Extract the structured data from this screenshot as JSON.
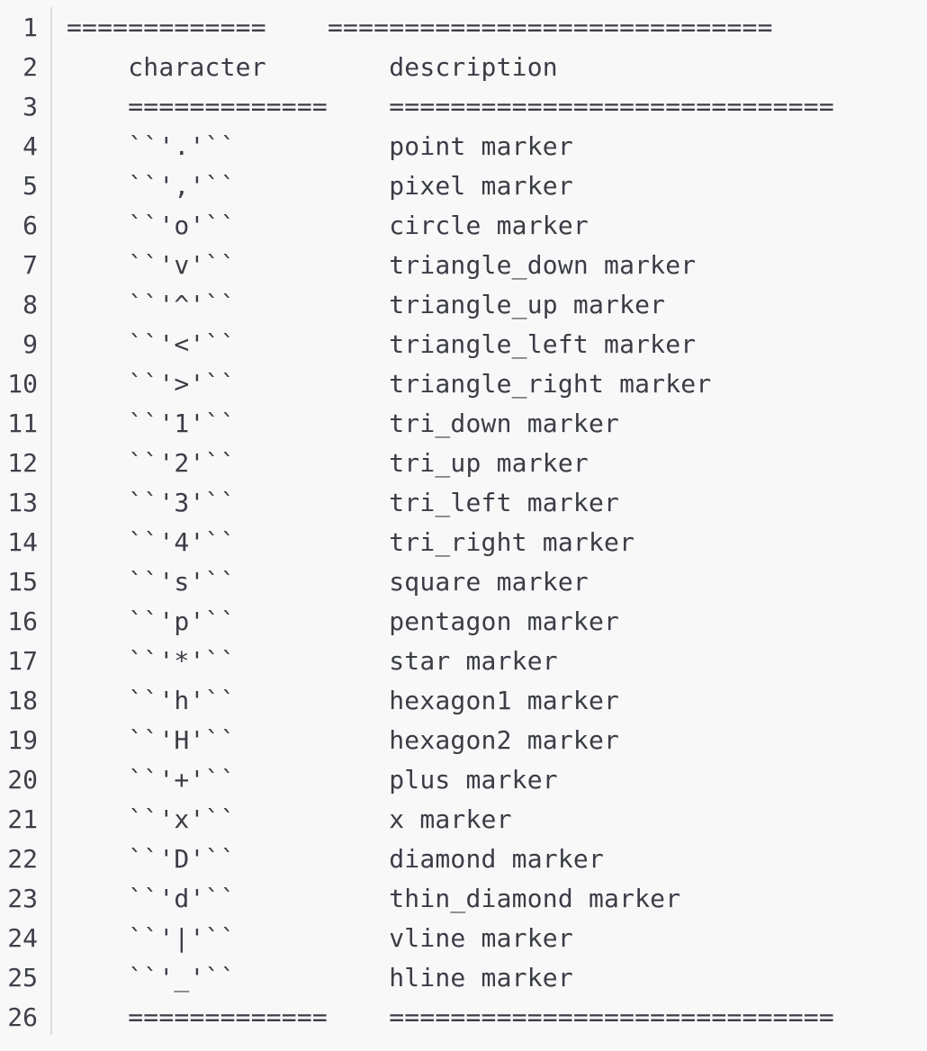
{
  "lines": [
    {
      "num": "1",
      "text": "=============    ============================="
    },
    {
      "num": "2",
      "text": "    character        description"
    },
    {
      "num": "3",
      "text": "    =============    ============================="
    },
    {
      "num": "4",
      "text": "    ``'.'``          point marker"
    },
    {
      "num": "5",
      "text": "    ``','``          pixel marker"
    },
    {
      "num": "6",
      "text": "    ``'o'``          circle marker"
    },
    {
      "num": "7",
      "text": "    ``'v'``          triangle_down marker"
    },
    {
      "num": "8",
      "text": "    ``'^'``          triangle_up marker"
    },
    {
      "num": "9",
      "text": "    ``'<'``          triangle_left marker"
    },
    {
      "num": "10",
      "text": "    ``'>'``          triangle_right marker"
    },
    {
      "num": "11",
      "text": "    ``'1'``          tri_down marker"
    },
    {
      "num": "12",
      "text": "    ``'2'``          tri_up marker"
    },
    {
      "num": "13",
      "text": "    ``'3'``          tri_left marker"
    },
    {
      "num": "14",
      "text": "    ``'4'``          tri_right marker"
    },
    {
      "num": "15",
      "text": "    ``'s'``          square marker"
    },
    {
      "num": "16",
      "text": "    ``'p'``          pentagon marker"
    },
    {
      "num": "17",
      "text": "    ``'*'``          star marker"
    },
    {
      "num": "18",
      "text": "    ``'h'``          hexagon1 marker"
    },
    {
      "num": "19",
      "text": "    ``'H'``          hexagon2 marker"
    },
    {
      "num": "20",
      "text": "    ``'+'``          plus marker"
    },
    {
      "num": "21",
      "text": "    ``'x'``          x marker"
    },
    {
      "num": "22",
      "text": "    ``'D'``          diamond marker"
    },
    {
      "num": "23",
      "text": "    ``'d'``          thin_diamond marker"
    },
    {
      "num": "24",
      "text": "    ``'|'``          vline marker"
    },
    {
      "num": "25",
      "text": "    ``'_'``          hline marker"
    },
    {
      "num": "26",
      "text": "    =============    ============================="
    }
  ]
}
